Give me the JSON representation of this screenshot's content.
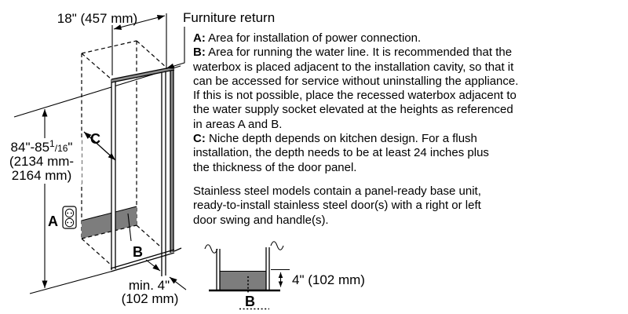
{
  "diagram": {
    "furniture_return_label": "Furniture return",
    "width_dim": "18\" (457 mm)",
    "height_dim": {
      "main": "84\"-85",
      "sup": "1",
      "small": "/16",
      "end": "\"",
      "line2": "(2134 mm-",
      "line3": "2164 mm)"
    },
    "min_depth_dim": {
      "line1": "min. 4\"",
      "line2": "(102 mm)"
    },
    "area_a_label": "A",
    "area_b_label": "B",
    "depth_c_label": "C"
  },
  "cross_section": {
    "height_dim": "4\" (102 mm)",
    "area_b_label": "B"
  },
  "text": {
    "paragraphs": [
      {
        "label": "A:",
        "text": " Area for installation of power connection."
      },
      {
        "label": "B:",
        "text": " Area for running the water line. It is recommended that the\nwaterbox is placed adjacent to the installation cavity, so that it\ncan be accessed for service without uninstalling the appliance.\nIf this is not possible, place the recessed waterbox adjacent to\nthe water supply socket elevated at the heights as referenced\nin areas A and B."
      },
      {
        "label": "C:",
        "text": " Niche depth depends on kitchen design. For a flush\ninstallation, the depth needs to be at least 24 inches plus\nthe thickness of the door panel."
      }
    ],
    "note": "Stainless steel models contain a panel-ready base unit,\nready-to-install stainless steel door(s) with a right or left\ndoor swing and handle(s)."
  },
  "colors": {
    "shade_gray": "#7d7d7d",
    "edge_gray": "#8c8c8c"
  }
}
